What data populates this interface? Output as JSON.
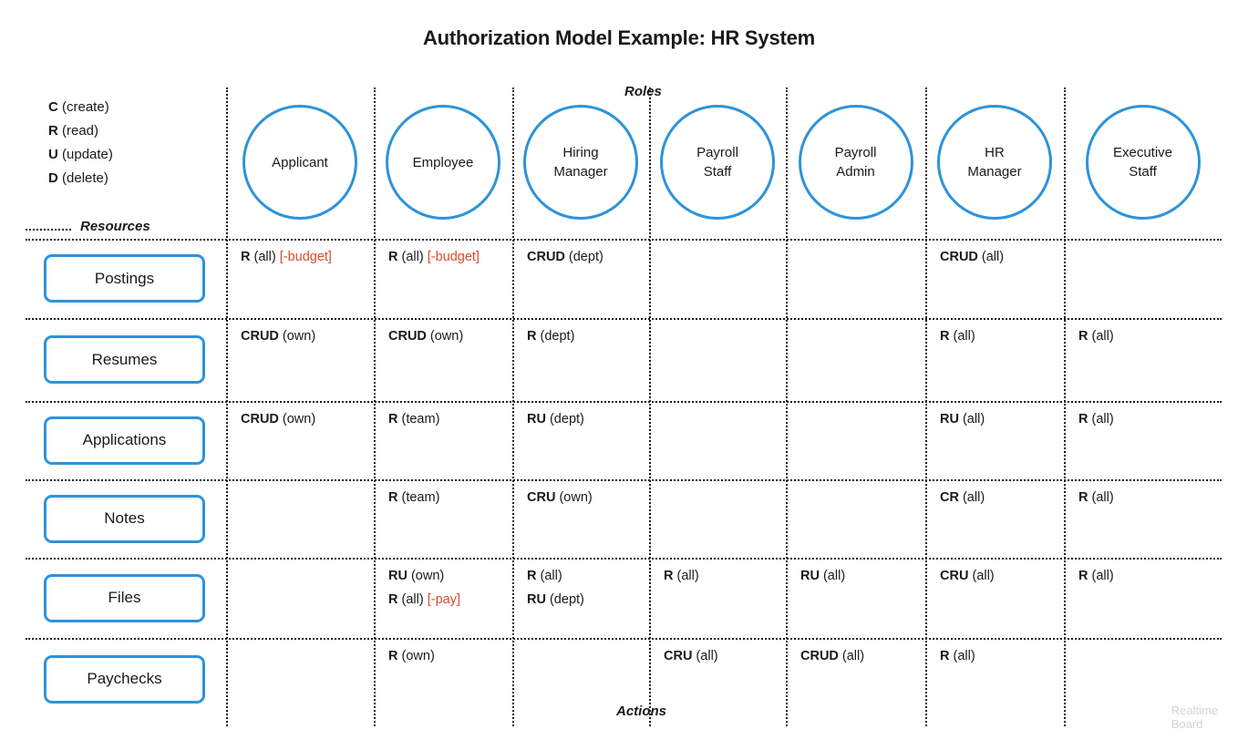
{
  "title": "Authorization Model Example: HR System",
  "legend": {
    "items": [
      {
        "key": "C",
        "label": "(create)"
      },
      {
        "key": "R",
        "label": "(read)"
      },
      {
        "key": "U",
        "label": "(update)"
      },
      {
        "key": "D",
        "label": "(delete)"
      }
    ]
  },
  "captions": {
    "roles": "Roles",
    "resources": "Resources",
    "actions": "Actions"
  },
  "colors": {
    "accent_blue": "#2e93d9",
    "exclusion_red": "#e04a28",
    "text": "#1a1a1a",
    "watermark": "#d4d4d4"
  },
  "watermark": {
    "line1": "Realtime",
    "line2": "Board"
  },
  "chart_data": {
    "type": "table",
    "title": "Authorization Model Example: HR System",
    "xlabel": "Roles",
    "ylabel": "Resources",
    "legend_position": "top-left",
    "roles": [
      "Applicant",
      "Employee",
      "Hiring Manager",
      "Payroll Staff",
      "Payroll Admin",
      "HR Manager",
      "Executive Staff"
    ],
    "resources": [
      "Postings",
      "Resumes",
      "Applications",
      "Notes",
      "Files",
      "Paychecks"
    ],
    "matrix": [
      [
        [
          {
            "ops": "R",
            "scope": "(all)",
            "excl": "[-budget]"
          }
        ],
        [
          {
            "ops": "R",
            "scope": "(all)",
            "excl": "[-budget]"
          }
        ],
        [
          {
            "ops": "CRUD",
            "scope": "(dept)",
            "excl": ""
          }
        ],
        [],
        [],
        [
          {
            "ops": "CRUD",
            "scope": "(all)",
            "excl": ""
          }
        ],
        []
      ],
      [
        [
          {
            "ops": "CRUD",
            "scope": "(own)",
            "excl": ""
          }
        ],
        [
          {
            "ops": "CRUD",
            "scope": "(own)",
            "excl": ""
          }
        ],
        [
          {
            "ops": "R",
            "scope": "(dept)",
            "excl": ""
          }
        ],
        [],
        [],
        [
          {
            "ops": "R",
            "scope": "(all)",
            "excl": ""
          }
        ],
        [
          {
            "ops": "R",
            "scope": "(all)",
            "excl": ""
          }
        ]
      ],
      [
        [
          {
            "ops": "CRUD",
            "scope": "(own)",
            "excl": ""
          }
        ],
        [
          {
            "ops": "R",
            "scope": "(team)",
            "excl": ""
          }
        ],
        [
          {
            "ops": "RU",
            "scope": "(dept)",
            "excl": ""
          }
        ],
        [],
        [],
        [
          {
            "ops": "RU",
            "scope": "(all)",
            "excl": ""
          }
        ],
        [
          {
            "ops": "R",
            "scope": "(all)",
            "excl": ""
          }
        ]
      ],
      [
        [],
        [
          {
            "ops": "R",
            "scope": "(team)",
            "excl": ""
          }
        ],
        [
          {
            "ops": "CRU",
            "scope": "(own)",
            "excl": ""
          }
        ],
        [],
        [],
        [
          {
            "ops": "CR",
            "scope": "(all)",
            "excl": ""
          }
        ],
        [
          {
            "ops": "R",
            "scope": "(all)",
            "excl": ""
          }
        ]
      ],
      [
        [],
        [
          {
            "ops": "RU",
            "scope": "(own)",
            "excl": ""
          },
          {
            "ops": "R",
            "scope": "(all)",
            "excl": "[-pay]"
          }
        ],
        [
          {
            "ops": "R",
            "scope": "(all)",
            "excl": ""
          },
          {
            "ops": "RU",
            "scope": "(dept)",
            "excl": ""
          }
        ],
        [
          {
            "ops": "R",
            "scope": "(all)",
            "excl": ""
          }
        ],
        [
          {
            "ops": "RU",
            "scope": "(all)",
            "excl": ""
          }
        ],
        [
          {
            "ops": "CRU",
            "scope": "(all)",
            "excl": ""
          }
        ],
        [
          {
            "ops": "R",
            "scope": "(all)",
            "excl": ""
          }
        ]
      ],
      [
        [],
        [
          {
            "ops": "R",
            "scope": "(own)",
            "excl": ""
          }
        ],
        [],
        [
          {
            "ops": "CRU",
            "scope": "(all)",
            "excl": ""
          }
        ],
        [
          {
            "ops": "CRUD",
            "scope": "(all)",
            "excl": ""
          }
        ],
        [
          {
            "ops": "R",
            "scope": "(all)",
            "excl": ""
          }
        ],
        []
      ]
    ]
  }
}
